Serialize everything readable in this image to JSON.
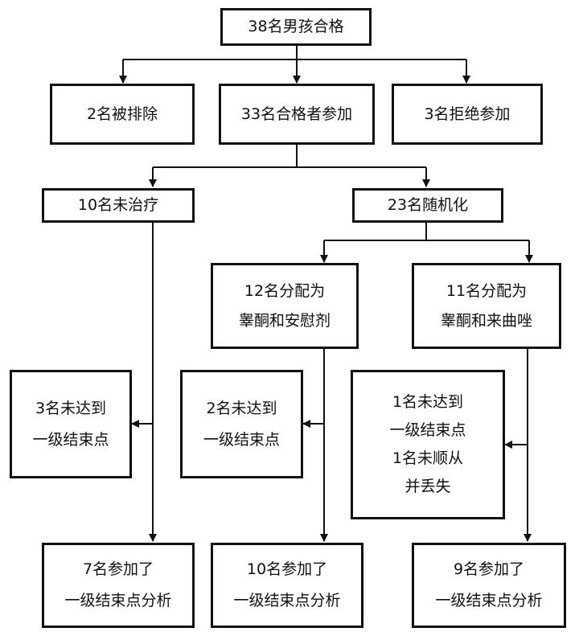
{
  "nodes": {
    "eligible": "38名男孩合格",
    "excluded": "2名被排除",
    "participating": "33名合格者参加",
    "refused": "3名拒绝参加",
    "untreated": "10名未治疗",
    "randomized": "23名随机化",
    "placebo_arm": [
      "12名分配为",
      "睾酮和安慰剂"
    ],
    "letrozole_arm": [
      "11名分配为",
      "睾酮和来曲唑"
    ],
    "untreated_missed": [
      "3名未达到",
      "一级结束点"
    ],
    "placebo_missed": [
      "2名未达到",
      "一级结束点"
    ],
    "letrozole_missed": [
      "1名未达到",
      "一级结束点",
      "1名未顺从",
      "并丢失"
    ],
    "untreated_analyzed": [
      "7名参加了",
      "一级结束点分析"
    ],
    "placebo_analyzed": [
      "10名参加了",
      "一级结束点分析"
    ],
    "letrozole_analyzed": [
      "9名参加了",
      "一级结束点分析"
    ]
  }
}
